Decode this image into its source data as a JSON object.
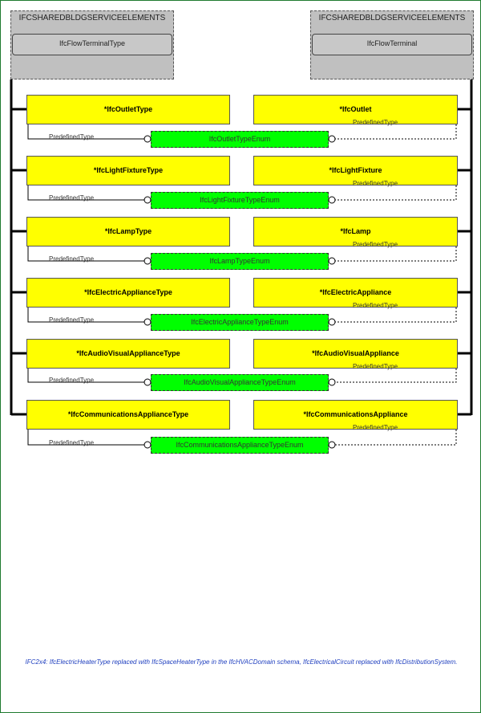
{
  "packages": {
    "left": {
      "title": "IFCSHAREDBLDGSERVICEELEMENTS",
      "inner": "IfcFlowTerminalType"
    },
    "right": {
      "title": "IFCSHAREDBLDGSERVICEELEMENTS",
      "inner": "IfcFlowTerminal"
    }
  },
  "attribute_label": "PredefinedType",
  "rows": [
    {
      "type": "*IfcOutletType",
      "occurrence": "*IfcOutlet",
      "enum": "IfcOutletTypeEnum"
    },
    {
      "type": "*IfcLightFixtureType",
      "occurrence": "*IfcLightFixture",
      "enum": "IfcLightFixtureTypeEnum"
    },
    {
      "type": "*IfcLampType",
      "occurrence": "*IfcLamp",
      "enum": "IfcLampTypeEnum"
    },
    {
      "type": "*IfcElectricApplianceType",
      "occurrence": "*IfcElectricAppliance",
      "enum": "IfcElectricApplianceTypeEnum"
    },
    {
      "type": "*IfcAudioVisualApplianceType",
      "occurrence": "*IfcAudioVisualAppliance",
      "enum": "IfcAudioVisualApplianceTypeEnum"
    },
    {
      "type": "*IfcCommunicationsApplianceType",
      "occurrence": "*IfcCommunicationsAppliance",
      "enum": "IfcCommunicationsApplianceTypeEnum"
    }
  ],
  "note": "IFC2x4: IfcElectricHeaterType replaced with IfcSpaceHeaterType in the IfcHVACDomain schema, IfcElectricalCircuit replaced with IfcDistributionSystem.",
  "colors": {
    "entity_fill": "#ffff00",
    "enum_fill": "#00ff00",
    "package_fill": "#c0c0c0",
    "note_text": "#1f3fbf",
    "frame_border": "#1f7a2f"
  }
}
